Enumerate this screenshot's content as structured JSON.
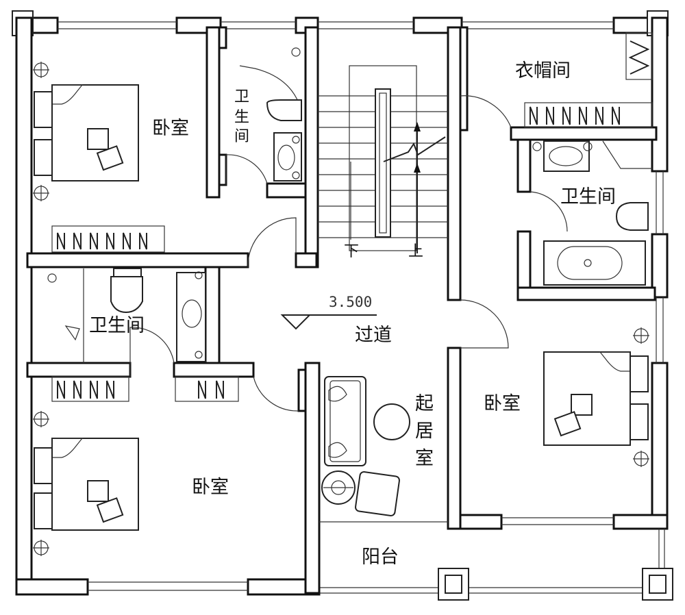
{
  "rooms": {
    "bedroom_top_left": "卧室",
    "bath_top_a": "卫",
    "bath_top_b": "生",
    "bath_top_c": "间",
    "cloakroom": "衣帽间",
    "bath_right": "卫生间",
    "bath_mid_left": "卫生间",
    "corridor": "过道",
    "living_a": "起",
    "living_b": "居",
    "living_c": "室",
    "bedroom_right": "卧室",
    "bedroom_bottom_left": "卧室",
    "balcony": "阳台"
  },
  "stairs": {
    "down_label": "下",
    "up_label": "上"
  },
  "elevation": "3.500",
  "colors": {
    "line": "#111111",
    "background": "#ffffff"
  }
}
